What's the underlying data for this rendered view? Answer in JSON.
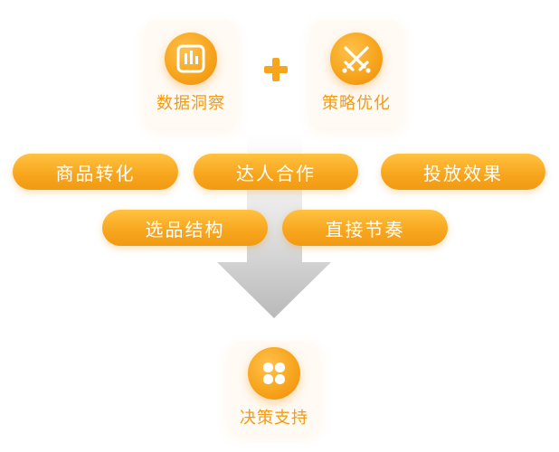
{
  "top": {
    "insight": {
      "label": "数据洞察",
      "icon": "bar-chart-icon"
    },
    "strategy": {
      "label": "策略优化",
      "icon": "crossed-swords-icon"
    },
    "connector": "plus-icon"
  },
  "factors": [
    {
      "label": "商品转化"
    },
    {
      "label": "达人合作"
    },
    {
      "label": "投放效果"
    },
    {
      "label": "选品结构"
    },
    {
      "label": "直接节奏"
    }
  ],
  "bottom": {
    "decision": {
      "label": "决策支持",
      "icon": "four-leaf-clover-icon"
    }
  },
  "colors": {
    "accent": "#f7a51d",
    "accent_dark": "#f08c0c",
    "label_text": "#f59a13",
    "pill_text": "#ffffff",
    "arrow": "#cfcfcf"
  }
}
